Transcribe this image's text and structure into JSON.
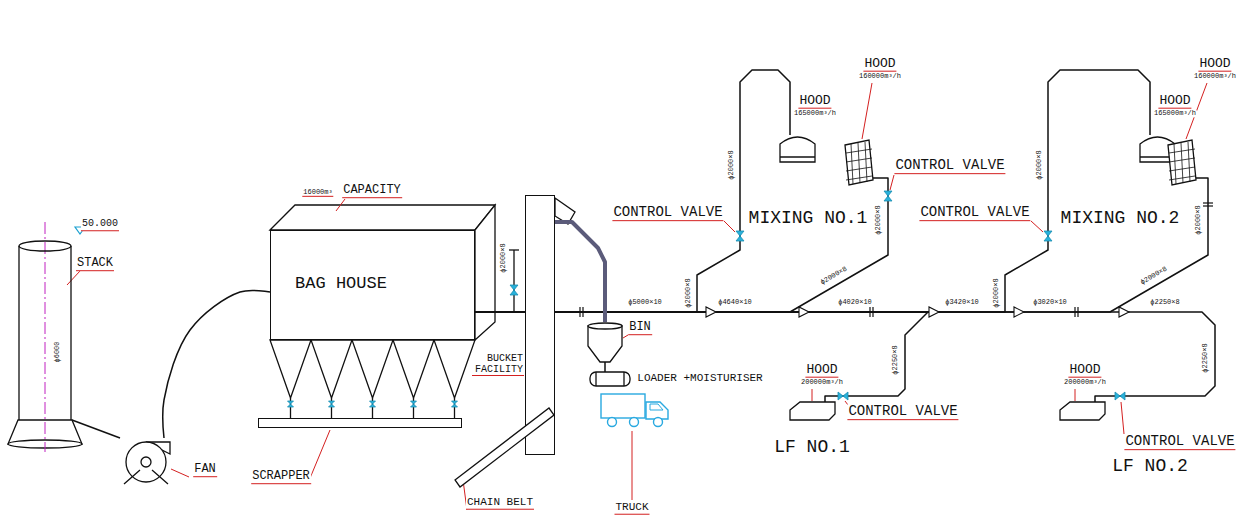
{
  "diagram": {
    "nodes": [
      {
        "text": [
          "STACK"
        ]
      },
      {
        "text": [
          "FAN"
        ]
      },
      {
        "text": [
          "BAG HOUSE"
        ]
      },
      {
        "text": [
          "SCRAPPER"
        ]
      },
      {
        "text": [
          "BUCKET FACILITY"
        ]
      },
      {
        "text": [
          "CHAIN BELT"
        ]
      },
      {
        "text": [
          "BIN"
        ]
      },
      {
        "text": [
          "LOADER +MOISTURISER"
        ]
      },
      {
        "text": [
          "TRUCK"
        ]
      },
      {
        "text": [
          "HOOD",
          "165000m³/h"
        ]
      },
      {
        "text": [
          "HOOD",
          "160000m³/h"
        ]
      },
      {
        "text": [
          "HOOD",
          "200000m³/h"
        ]
      },
      {
        "text": [
          "HOOD",
          "165000m³/h"
        ]
      },
      {
        "text": [
          "HOOD",
          "160000m³/h"
        ]
      },
      {
        "text": [
          "HOOD",
          "200000m³/h"
        ]
      }
    ],
    "edges": [
      {
        "from": 2,
        "to": 1,
        "arrow": "none"
      },
      {
        "from": 1,
        "to": 0,
        "arrow": "none"
      },
      {
        "from": 9,
        "to": 2,
        "arrow": "none"
      },
      {
        "from": 10,
        "to": 2,
        "arrow": "none"
      },
      {
        "from": 11,
        "to": 2,
        "arrow": "none"
      },
      {
        "from": 12,
        "to": 2,
        "arrow": "none"
      },
      {
        "from": 13,
        "to": 2,
        "arrow": "none"
      },
      {
        "from": 14,
        "to": 2,
        "arrow": "none"
      },
      {
        "from": 4,
        "to": 6,
        "arrow": "none"
      },
      {
        "from": 6,
        "to": 7,
        "arrow": "none"
      }
    ],
    "labels": [
      "50.000",
      "ϕ6000",
      "16000m³",
      "CAPACITY",
      "ϕ2000×8",
      "ϕ5000×10",
      "ϕ4640×10",
      "ϕ4020×10",
      "ϕ3420×10",
      "ϕ3020×10",
      "ϕ2250×8",
      "CONTROL VALVE",
      "MIXING NO.1",
      "ϕ2000×8",
      "ϕ2000×8",
      "CONTROL VALVE",
      "ϕ2000×8",
      "ϕ2000×8",
      "ϕ2250×8",
      "CONTROL VALVE",
      "LF NO.1",
      "CONTROL VALVE",
      "MIXING NO.2",
      "ϕ2000×8",
      "ϕ2000×8",
      "ϕ2000×8",
      "ϕ2000×8",
      "ϕ2250×8",
      "CONTROL VALVE",
      "LF NO.2"
    ]
  }
}
